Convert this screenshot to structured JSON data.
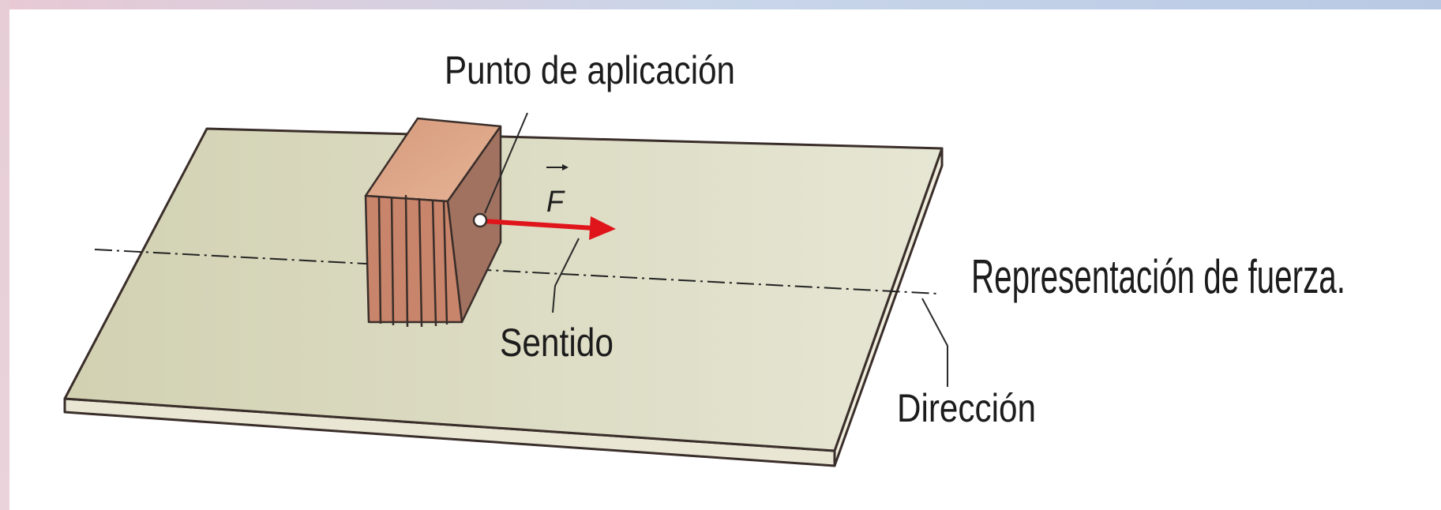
{
  "labels": {
    "application_point": "Punto de aplicación",
    "force_symbol": "F",
    "sense": "Sentido",
    "direction": "Dirección",
    "caption": "Representación de fuerza."
  },
  "colors": {
    "board_top": "#d9d9bc",
    "board_edge": "#e9e7d4",
    "brick_front": "#c9856b",
    "brick_top": "#d8987a",
    "brick_side": "#a0705c",
    "force_arrow": "#e0151b",
    "outline": "#3a2e2a"
  }
}
